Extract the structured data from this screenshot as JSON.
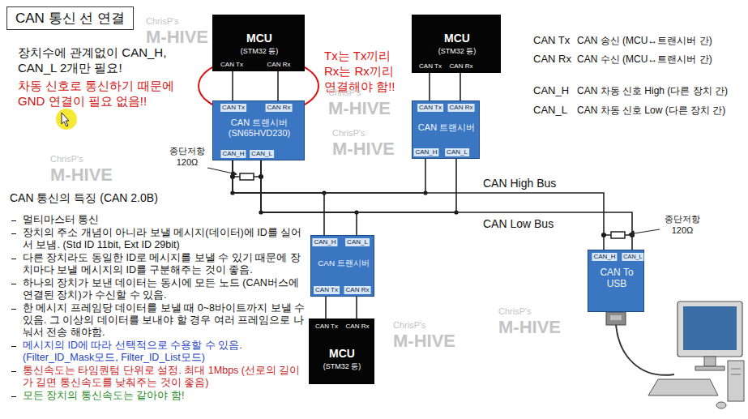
{
  "diagram": {
    "title": "CAN 통신 선 연결",
    "nodes": [
      {
        "text": [
          "MCU",
          "(STM32 등)",
          "CAN Tx",
          "CAN Rx"
        ]
      },
      {
        "text": [
          "CAN Tx",
          "CAN Rx",
          "CAN 트랜시버 (SN65HVD230)",
          "CAN_H",
          "CAN_L"
        ]
      },
      {
        "text": [
          "MCU",
          "(STM32 등)",
          "CAN Tx",
          "CAN Rx"
        ]
      },
      {
        "text": [
          "CAN Tx",
          "CAN Rx",
          "CAN 트랜시버",
          "CAN_H",
          "CAN_L"
        ]
      },
      {
        "text": [
          "CAN_H",
          "CAN_L",
          "CAN 트랜시버",
          "CAN Tx",
          "CAN Rx"
        ]
      },
      {
        "text": [
          "CAN Tx",
          "CAN Rx",
          "MCU",
          "(STM32 등)"
        ]
      },
      {
        "text": [
          "CAN_H",
          "CAN_L",
          "CAN To USB"
        ]
      }
    ],
    "edges": [
      {
        "from": 0,
        "to": 1,
        "arrow": "none"
      },
      {
        "from": 0,
        "to": 1,
        "arrow": "none"
      },
      {
        "from": 2,
        "to": 3,
        "arrow": "none"
      },
      {
        "from": 2,
        "to": 3,
        "arrow": "none"
      },
      {
        "from": 4,
        "to": 5,
        "arrow": "none"
      },
      {
        "from": 4,
        "to": 5,
        "arrow": "none"
      },
      {
        "from": 1,
        "to": 3,
        "arrow": "none"
      },
      {
        "from": 1,
        "to": 4,
        "arrow": "none"
      },
      {
        "from": 1,
        "to": 6,
        "arrow": "none"
      },
      {
        "from": 1,
        "to": 3,
        "arrow": "none"
      },
      {
        "from": 1,
        "to": 4,
        "arrow": "none"
      },
      {
        "from": 1,
        "to": 6,
        "arrow": "none"
      }
    ],
    "labels": [
      "장치수에 관계없이 CAN_H, CAN_L 2개만 필요!",
      "차동 신호로 통신하기 때문에 GND 연결이 필요 없음!!",
      "Tx는 Tx끼리 Rx는 Rx끼리 연결해야 함!!",
      "CAN Tx",
      "CAN 송신 (MCU↔트랜시버 간)",
      "CAN Rx",
      "CAN 수신 (MCU↔트랜시버 간)",
      "CAN_H",
      "CAN 차동 신호 High (다른 장치 간)",
      "CAN_L",
      "CAN 차동 신호 Low (다른 장치 간)",
      "종단저항 120Ω",
      "종단저항 120Ω",
      "CAN High Bus",
      "CAN Low Bus",
      "CAN 통신의 특징 (CAN 2.0B)",
      "멀티마스터 통신",
      "장치의 주소 개념이 아니라 보낼 메시지(데이터)에 ID를 실어서 보냄. (Std ID 11bit, Ext ID 29bit)",
      "다른 장치라도 동일한 ID로 메시지를 보낼 수 있기 때문에 장치마다 보낼 메시지의 ID를 구분해주는 것이 좋음.",
      "하나의 장치가 보낸 데이터는 동시에 모든 노드 (CAN버스에 연결된 장치)가 수신할 수 있음.",
      "한 메시지 프레임당 데이터를 보낼 때 0~8바이트까지 보낼 수 있음. 그 이상의 데이터를 보내야 할 경우 여러 프레임으로 나눠서 전송 해야함.",
      "메시지의 ID에 따라 선택적으로 수용할 수 있음. (Filter_ID_Mask모드, Filter_ID_List모드)",
      "통신속도는 타임퀀텀 단위로 설정. 최대 1Mbps (선로의 길이가 길면 통신속도를 낮춰주는 것이 좋음)",
      "모든 장치의 통신속도는 같아야 함!",
      "ChrisP's",
      "M-HIVE",
      "ChrisP's",
      "M-HIVE",
      "ChrisP's",
      "M-HIVE",
      "ChrisP's",
      "M-HIVE",
      "ChrisP's",
      "M-HIVE",
      "ChrisP's",
      "M-HIVE"
    ]
  }
}
